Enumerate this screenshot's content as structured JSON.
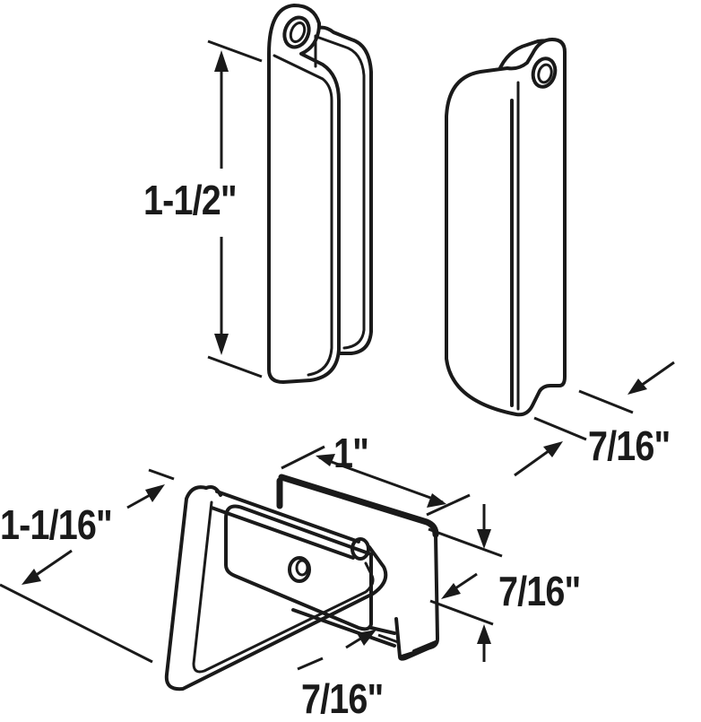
{
  "diagram": {
    "type": "technical-drawing",
    "subject": "sliding screen door latch hardware with dimensions",
    "colors": {
      "line": "#1a1a1a",
      "background": "#ffffff"
    },
    "parts": [
      {
        "id": "pull-handle-front",
        "description": "flat pull handle with mounting eyelet, side view"
      },
      {
        "id": "pull-handle-back",
        "description": "pull handle with eyelet, rear view"
      },
      {
        "id": "latch-bracket",
        "description": "U-channel bracket with triangular wire pull ring"
      }
    ],
    "dimensions": {
      "handle_height": "1-1/2\"",
      "handle_depth": "7/16\"",
      "bracket_length": "1\"",
      "ring_width": "1-1/16\"",
      "bracket_height": "7/16\"",
      "bracket_width": "7/16\""
    }
  }
}
